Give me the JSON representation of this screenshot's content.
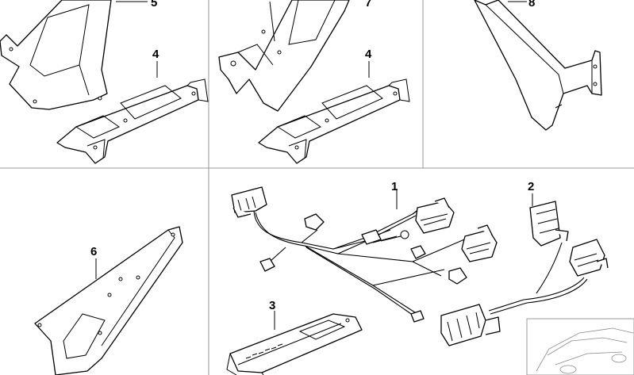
{
  "callouts": {
    "c5": "5",
    "c7": "7",
    "c8": "8",
    "c4a": "4",
    "c4b": "4",
    "c6": "6",
    "c1": "1",
    "c2": "2",
    "c3": "3"
  },
  "colors": {
    "line": "#000000",
    "divider": "#9a9a9a",
    "background": "#ffffff"
  }
}
